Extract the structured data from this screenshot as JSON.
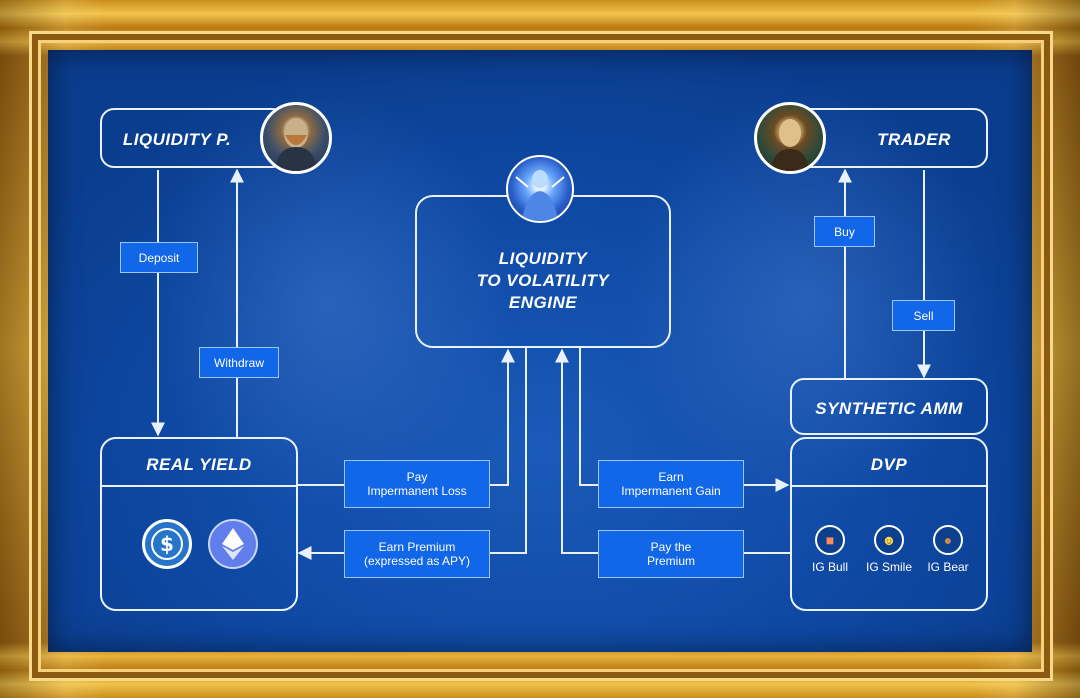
{
  "nodes": {
    "liquidity_provider": "LIQUIDITY P.",
    "trader": "TRADER",
    "engine_line1": "LIQUIDITY",
    "engine_line2": "TO VOLATILITY",
    "engine_line3": "ENGINE",
    "synthetic_amm": "SYNTHETIC AMM",
    "real_yield": "REAL YIELD",
    "dvp": "DVP"
  },
  "edges": {
    "deposit": "Deposit",
    "withdraw": "Withdraw",
    "buy": "Buy",
    "sell": "Sell",
    "pay_il_line1": "Pay",
    "pay_il_line2": "Impermanent Loss",
    "earn_premium_line1": "Earn Premium",
    "earn_premium_line2": "(expressed as APY)",
    "earn_ig_line1": "Earn",
    "earn_ig_line2": "Impermanent Gain",
    "pay_premium_line1": "Pay the",
    "pay_premium_line2": "Premium"
  },
  "dvp_options": [
    {
      "label": "IG Bull",
      "icon": "bull-icon"
    },
    {
      "label": "IG Smile",
      "icon": "smile-icon"
    },
    {
      "label": "IG Bear",
      "icon": "bear-icon"
    }
  ],
  "real_yield_assets": [
    {
      "icon": "usdc-icon"
    },
    {
      "icon": "ethereum-icon"
    }
  ],
  "colors": {
    "background": "#0f4aa6",
    "tag": "#1266e8",
    "frame_gold": "#d39f2e",
    "line": "#e9f1ff"
  }
}
